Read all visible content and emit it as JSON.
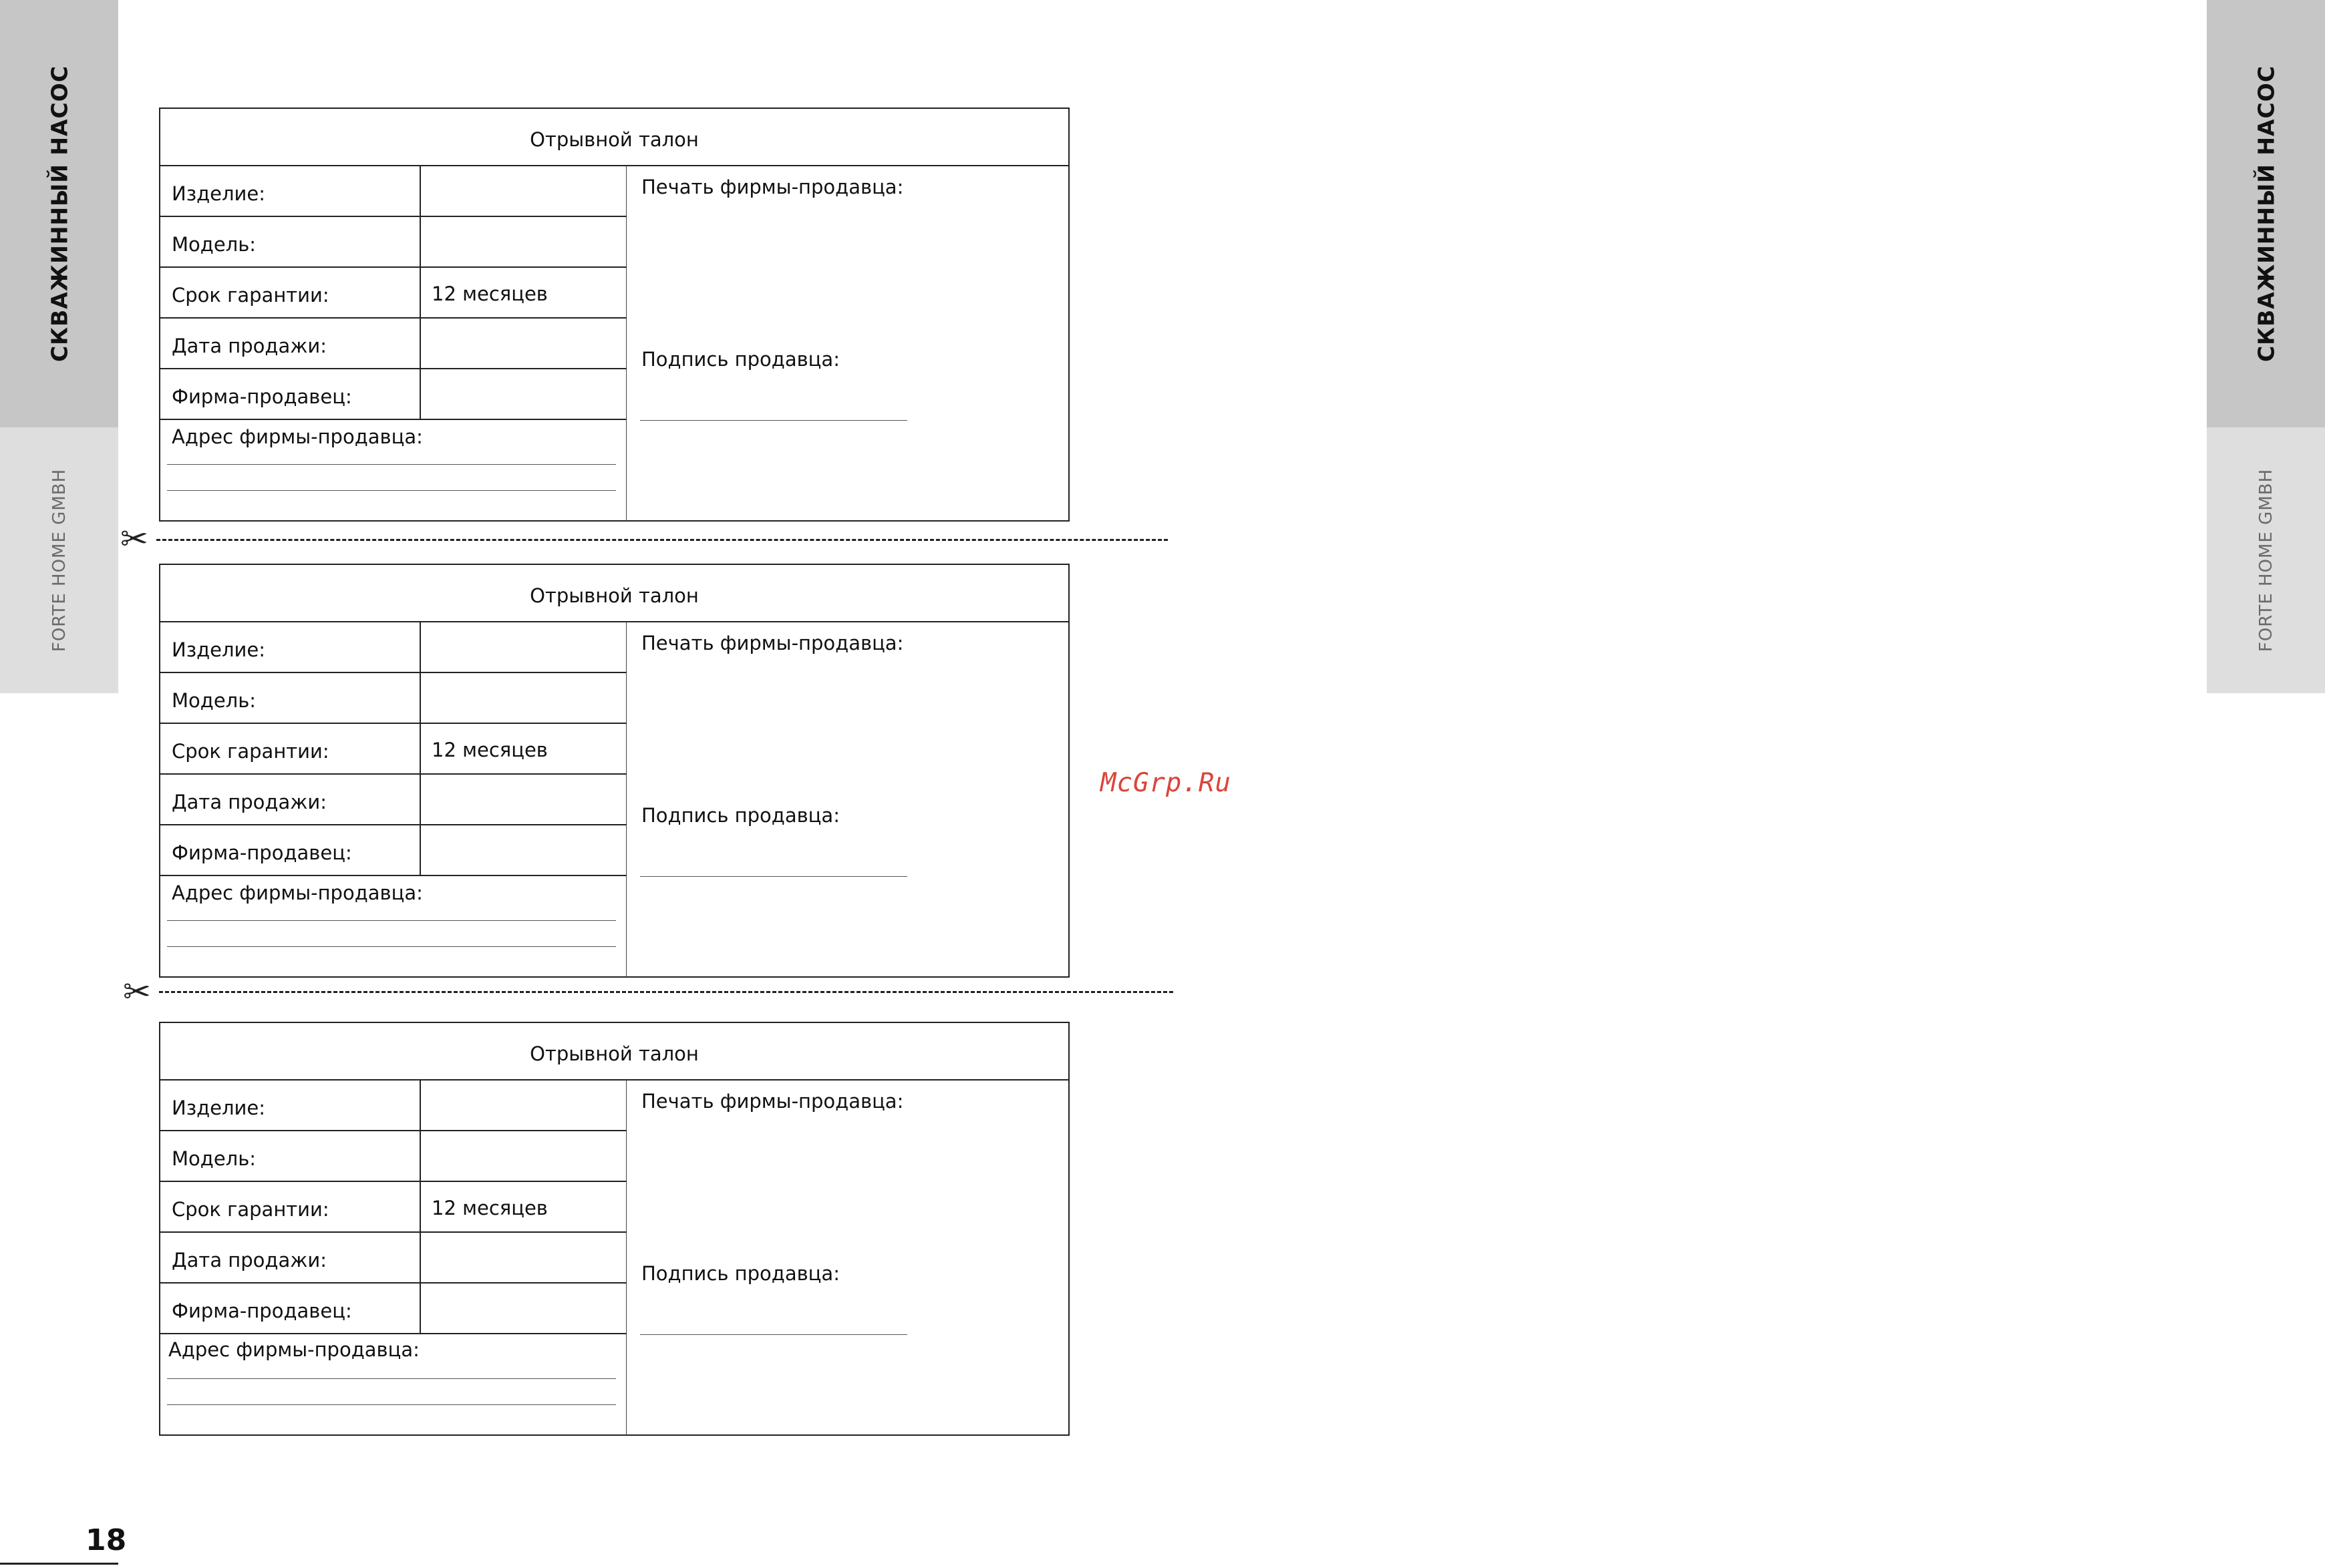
{
  "side_left": {
    "product": "СКВАЖИННЫЙ НАСОС",
    "company": "FORTE HOME GMBH"
  },
  "side_right": {
    "product": "СКВАЖИННЫЙ НАСОС",
    "company": "FORTE HOME GMBH"
  },
  "coupons": [
    {
      "title": "Отрывной талон",
      "fields": [
        {
          "label": "Изделие:",
          "value": ""
        },
        {
          "label": "Модель:",
          "value": ""
        },
        {
          "label": "Срок гарантии:",
          "value": "12 месяцев"
        },
        {
          "label": "Дата продажи:",
          "value": ""
        },
        {
          "label": "Фирма-продавец:",
          "value": ""
        }
      ],
      "address_label": "Адрес фирмы-продавца:",
      "stamp_label": "Печать фирмы-продавца:",
      "signature_label": "Подпись продавца:"
    },
    {
      "title": "Отрывной талон",
      "fields": [
        {
          "label": "Изделие:",
          "value": ""
        },
        {
          "label": "Модель:",
          "value": ""
        },
        {
          "label": "Срок гарантии:",
          "value": "12 месяцев"
        },
        {
          "label": "Дата продажи:",
          "value": ""
        },
        {
          "label": "Фирма-продавец:",
          "value": ""
        }
      ],
      "address_label": "Адрес фирмы-продавца:",
      "stamp_label": "Печать фирмы-продавца:",
      "signature_label": "Подпись продавца:"
    },
    {
      "title": "Отрывной талон",
      "fields": [
        {
          "label": "Изделие:",
          "value": ""
        },
        {
          "label": "Модель:",
          "value": ""
        },
        {
          "label": "Срок гарантии:",
          "value": "12 месяцев"
        },
        {
          "label": "Дата продажи:",
          "value": ""
        },
        {
          "label": "Фирма-продавец:",
          "value": ""
        }
      ],
      "address_label": "Адрес фирмы-продавца:",
      "stamp_label": "Печать фирмы-продавца:",
      "signature_label": "Подпись продавца:"
    }
  ],
  "scissors_icon": "scissors-icon",
  "watermark": "McGrp.Ru",
  "page_number": "18",
  "colors": {
    "tab_dark": "#c6c6c6",
    "tab_light": "#dededf",
    "watermark": "#d9453a"
  }
}
